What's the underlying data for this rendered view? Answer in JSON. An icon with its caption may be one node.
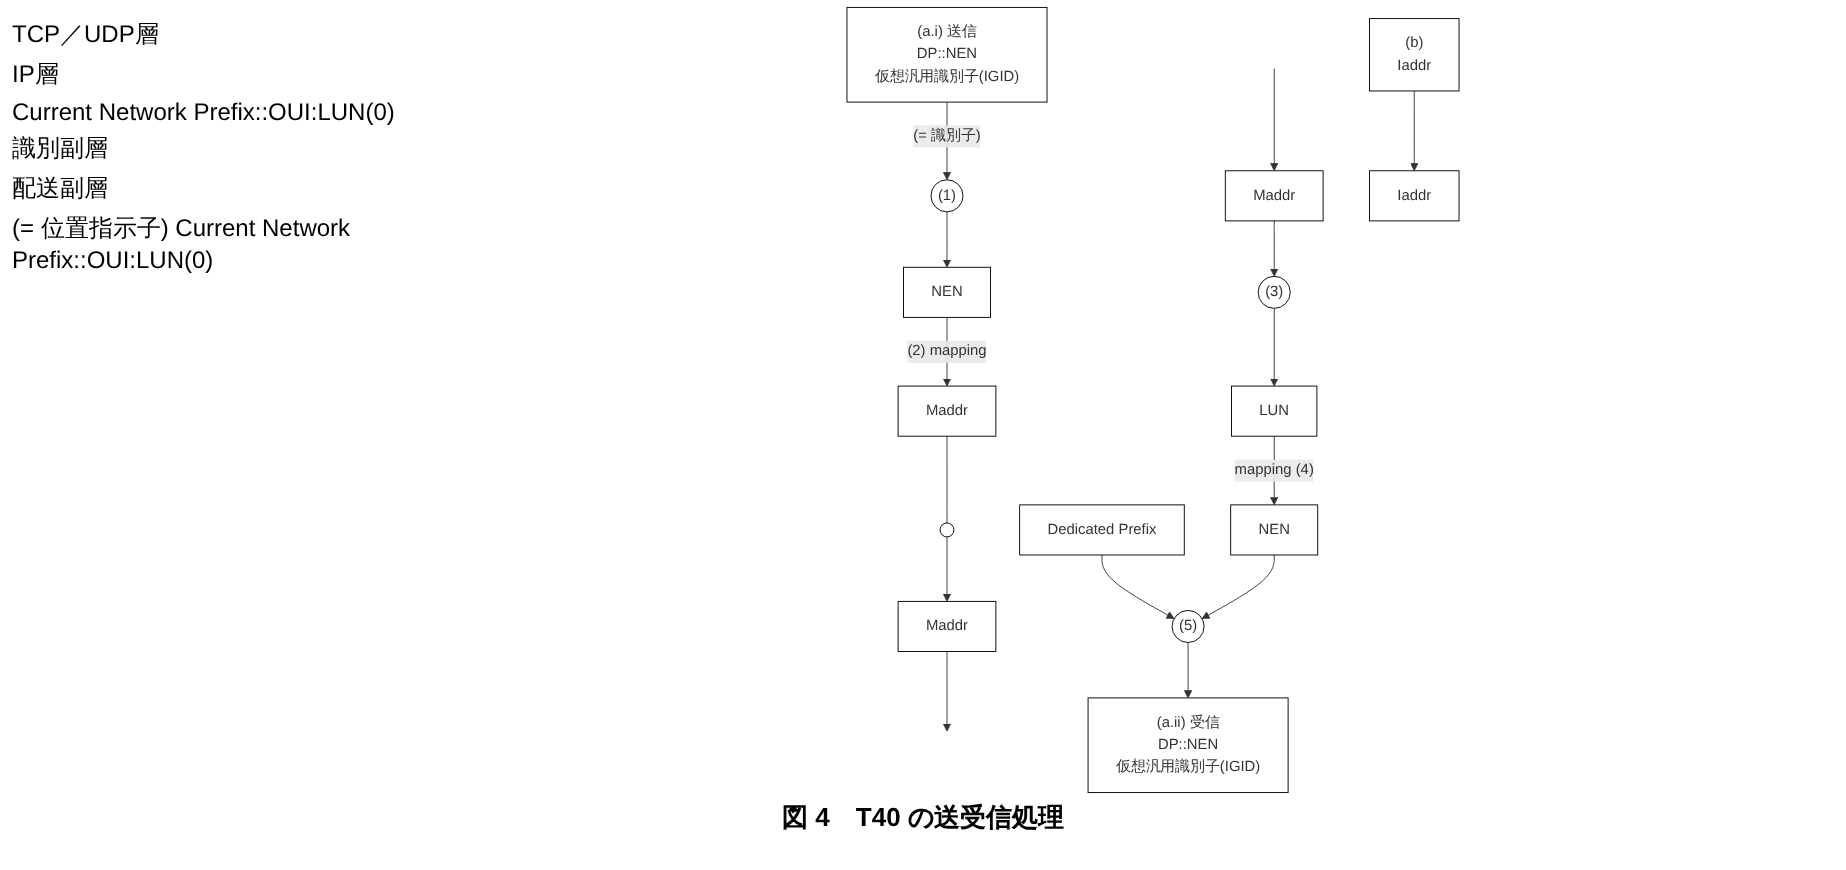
{
  "diagram": {
    "caption": "図 4　T40 の送受信処理",
    "nodes": [
      {
        "text": [
          "(a.i) 送信",
          "DP::NEN",
          "仮想汎用識別子(IGID)"
        ]
      },
      {
        "text": [
          "(a.ii) 受信",
          "DP::NEN",
          "仮想汎用識別子(IGID)"
        ]
      },
      {
        "text": [
          "(b)",
          "Iaddr"
        ]
      },
      {
        "text": [
          "(1)"
        ]
      },
      {
        "text": [
          "Maddr"
        ]
      },
      {
        "text": [
          "NEN"
        ]
      },
      {
        "text": [
          "Dedicated Prefix"
        ]
      },
      {
        "text": [
          "(5)"
        ]
      },
      {
        "text": [
          "NEN"
        ]
      },
      {
        "text": [],
        "shape": "circle"
      },
      {
        "text": [
          "LUN"
        ]
      },
      {
        "text": [
          "(3)"
        ]
      },
      {
        "text": [
          "Maddr"
        ]
      },
      {
        "text": [
          "Maddr"
        ]
      },
      {
        "text": [
          "Iaddr"
        ]
      }
    ],
    "edges": [
      {
        "from": 0,
        "to": 3,
        "arrow": "to",
        "label": "(= 識別子)"
      },
      {
        "from": 3,
        "to": 5,
        "arrow": "to"
      },
      {
        "from": 5,
        "to": 4,
        "arrow": "to",
        "label": "(2) mapping"
      },
      {
        "from": 4,
        "to": 9,
        "arrow": "none"
      },
      {
        "from": 9,
        "to": 12,
        "arrow": "to"
      },
      {
        "from": 12,
        "to": null,
        "arrow": "to"
      },
      {
        "from": null,
        "to": 13,
        "arrow": "to"
      },
      {
        "from": 13,
        "to": 11,
        "arrow": "to"
      },
      {
        "from": 11,
        "to": 10,
        "arrow": "to"
      },
      {
        "from": 10,
        "to": 8,
        "arrow": "to",
        "label": "mapping (4)"
      },
      {
        "from": 6,
        "to": 7,
        "arrow": "to"
      },
      {
        "from": 8,
        "to": 7,
        "arrow": "to"
      },
      {
        "from": 7,
        "to": 1,
        "arrow": "to"
      },
      {
        "from": 2,
        "to": 14,
        "arrow": "to"
      }
    ],
    "labels": [
      "TCP／UDP層",
      "IP層",
      "Current Network Prefix::OUI:LUN(0)",
      "識別副層",
      "配送副層",
      "(= 位置指示子) Current Network Prefix::OUI:LUN(0)"
    ]
  }
}
